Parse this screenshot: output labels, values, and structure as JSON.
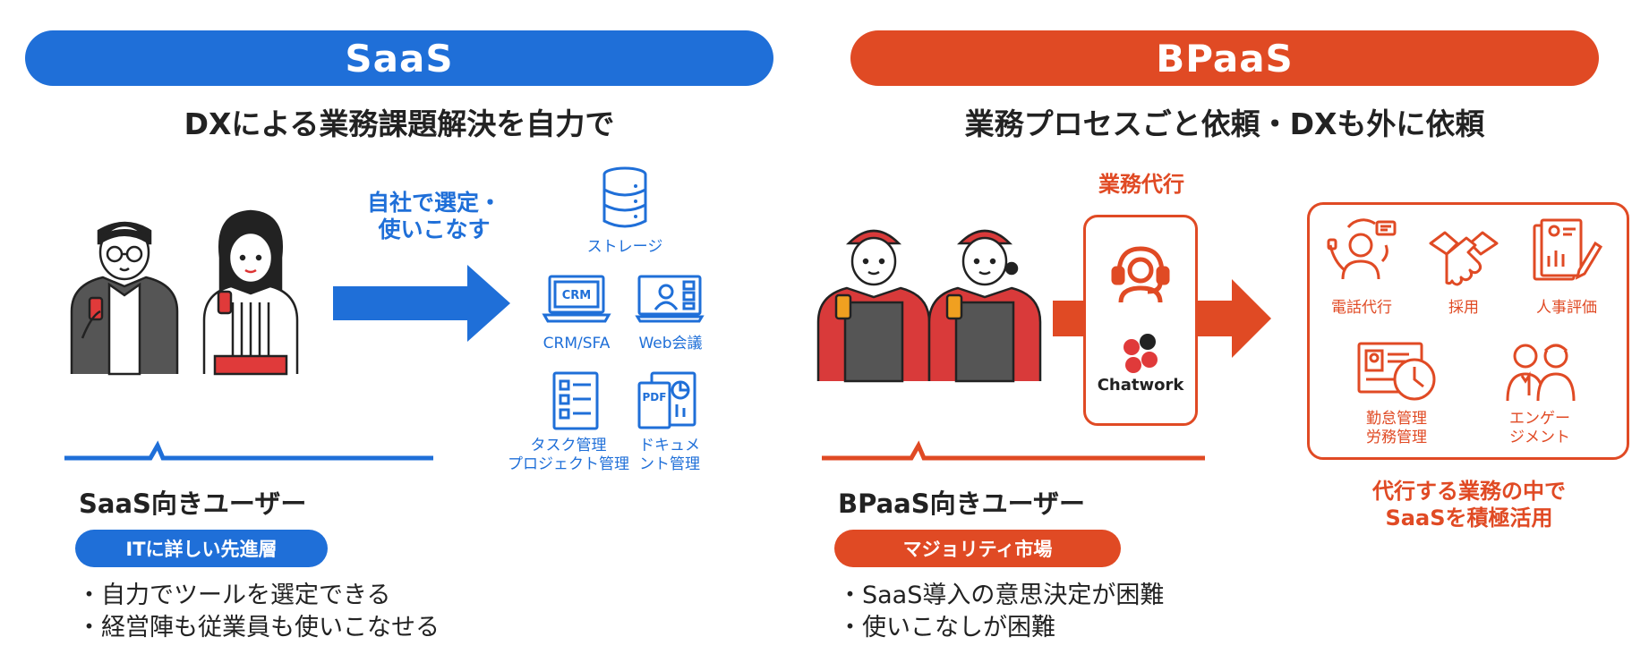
{
  "colors": {
    "saas_blue": "#1f6fd8",
    "bpaas_red": "#e04a24",
    "dark": "#222222"
  },
  "saas": {
    "header": "SaaS",
    "subtitle": "DXによる業務課題解決を自力で",
    "arrow_label_line1": "自社で選定・",
    "arrow_label_line2": "使いこなす",
    "tools": [
      {
        "label": "ストレージ",
        "icon": "database-icon"
      },
      {
        "label": "CRM/SFA",
        "icon": "crm-laptop-icon"
      },
      {
        "label": "Web会議",
        "icon": "web-meeting-icon"
      },
      {
        "label_line1": "タスク管理",
        "label_line2": "プロジェクト管理",
        "icon": "checklist-icon"
      },
      {
        "label_line1": "ドキュメ",
        "label_line2": "ント管理",
        "icon": "document-icon"
      }
    ],
    "crm_icon_text": "CRM",
    "pdf_icon_text": "PDF",
    "user_title": "SaaS向きユーザー",
    "badge": "ITに詳しい先進層",
    "bullets": [
      "・自力でツールを選定できる",
      "・経営陣も従業員も使いこなせる"
    ]
  },
  "bpaas": {
    "header": "BPaaS",
    "subtitle": "業務プロセスごと依頼・DXも外に依頼",
    "agency_label": "業務代行",
    "chatwork_label": "Chatwork",
    "services": [
      {
        "label": "電話代行",
        "icon": "phone-operator-icon"
      },
      {
        "label": "採用",
        "icon": "handshake-icon"
      },
      {
        "label": "人事評価",
        "icon": "evaluation-icon"
      },
      {
        "label_line1": "勤怠管理",
        "label_line2": "労務管理",
        "icon": "attendance-icon"
      },
      {
        "label_line1": "エンゲー",
        "label_line2": "ジメント",
        "icon": "engagement-icon"
      }
    ],
    "caption_line1": "代行する業務の中で",
    "caption_line2": "SaaSを積極活用",
    "user_title": "BPaaS向きユーザー",
    "badge": "マジョリティ市場",
    "bullets": [
      "・SaaS導入の意思決定が困難",
      "・使いこなしが困難"
    ]
  }
}
